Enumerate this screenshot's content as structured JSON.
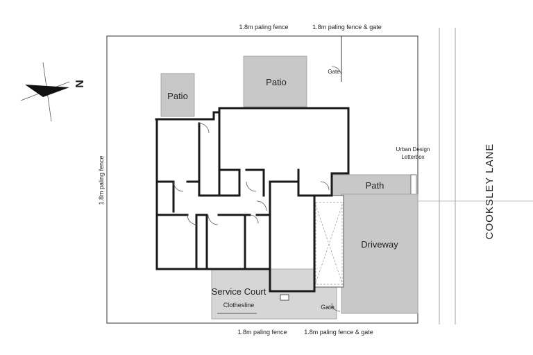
{
  "labels": {
    "fence_top_left": "1.8m paling fence",
    "fence_top_right": "1.8m paling fence & gate",
    "fence_bottom_left": "1.8m paling fence",
    "fence_bottom_right": "1.8m paling fence & gate",
    "fence_left": "1.8m paling fence",
    "gate_top": "Gate",
    "gate_bottom": "Gate",
    "patio_small": "Patio",
    "patio_large": "Patio",
    "letterbox_line1": "Urban Design",
    "letterbox_line2": "Letterbox",
    "path": "Path",
    "driveway": "Driveway",
    "service_court": "Service Court",
    "clothesline": "Clothesline",
    "street": "COOKSLEY LANE",
    "north": "N"
  },
  "colors": {
    "paved_area": "#c8c8c8",
    "service_court": "#d6d6d6",
    "walls": "#1a1a1a"
  }
}
